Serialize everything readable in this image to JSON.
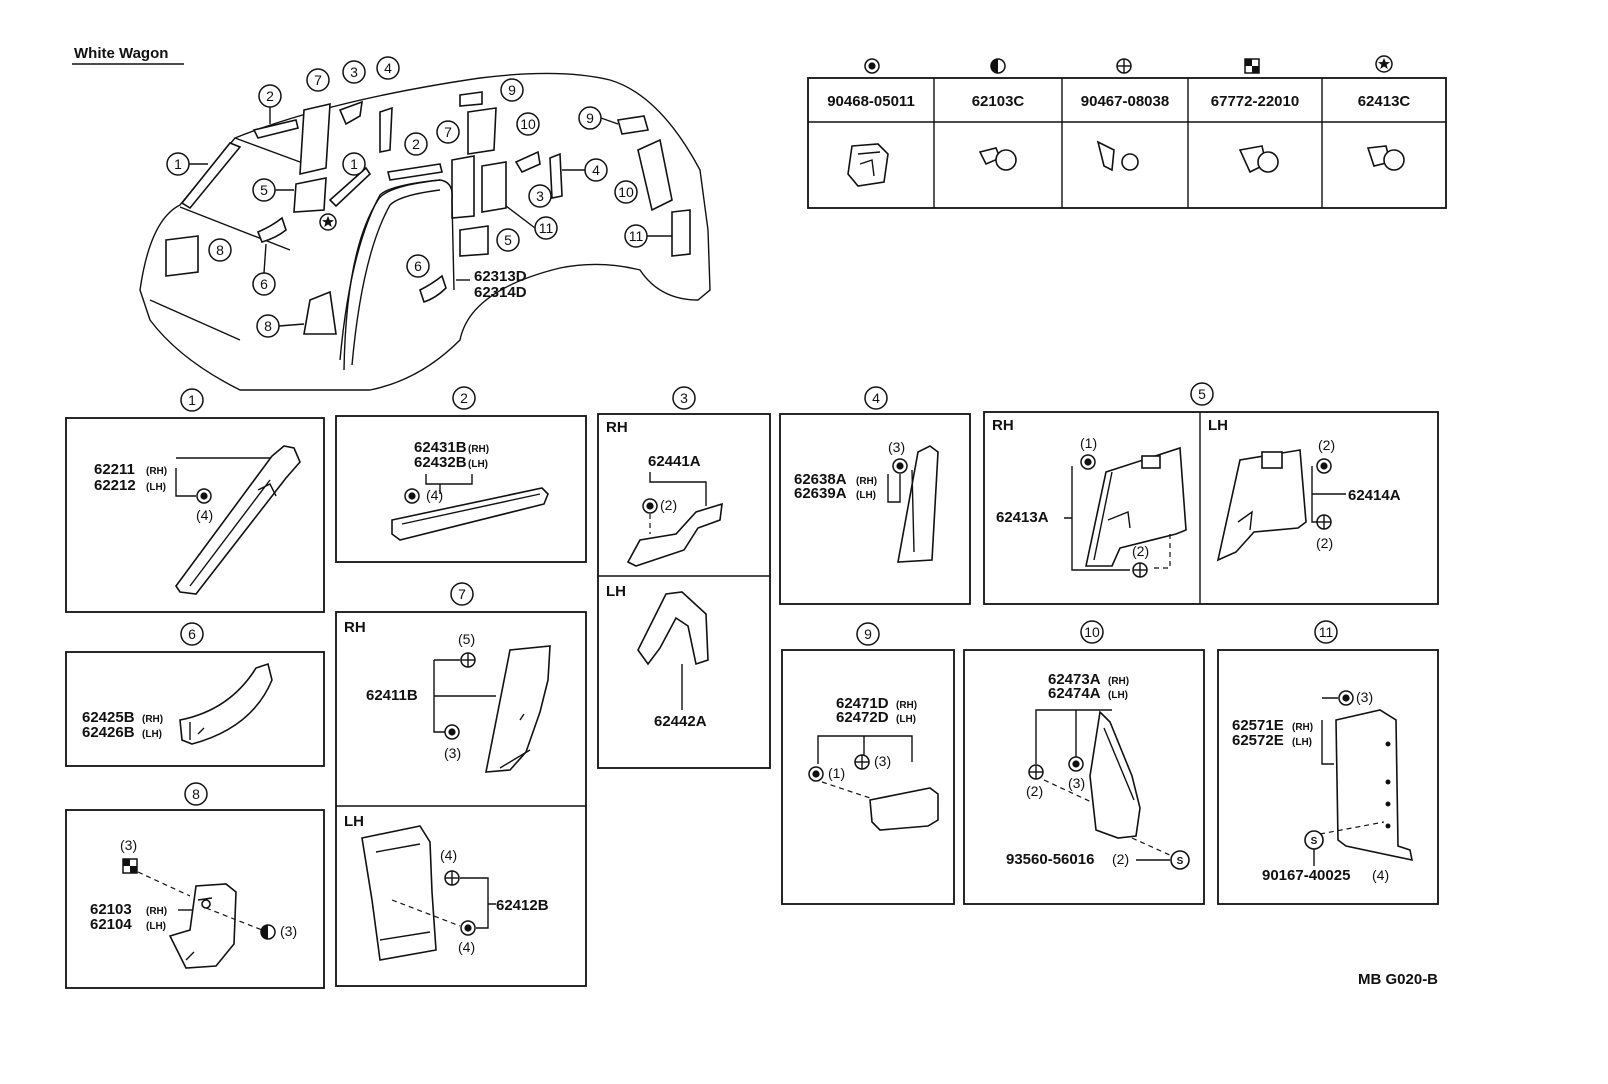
{
  "title": "White Wagon",
  "drawing_code": "MB G020-B",
  "fasteners": [
    {
      "symbol": "dot-circle-icon",
      "part_no": "90468-05011"
    },
    {
      "symbol": "half-circle-icon",
      "part_no": "62103C"
    },
    {
      "symbol": "cross-circle-icon",
      "part_no": "90467-08038"
    },
    {
      "symbol": "checker-square-icon",
      "part_no": "67772-22010"
    },
    {
      "symbol": "star-circle-icon",
      "part_no": "62413C"
    }
  ],
  "overview_labels": {
    "n1": "1",
    "n2": "2",
    "n3": "3",
    "n4": "4",
    "n5": "5",
    "n6": "6",
    "n7": "7",
    "n8": "8",
    "n9": "9",
    "n10": "10",
    "n11": "11",
    "weatherstrip_a": "62313D",
    "weatherstrip_b": "62314D"
  },
  "panels": {
    "p1": {
      "num": "1",
      "pn_rh": "62211",
      "pn_lh": "62212",
      "rh": "(RH)",
      "lh": "(LH)",
      "qty": "(4)"
    },
    "p2": {
      "num": "2",
      "pn_rh": "62431B",
      "pn_lh": "62432B",
      "rh": "(RH)",
      "lh": "(LH)",
      "qty": "(4)"
    },
    "p3": {
      "num": "3",
      "rh_tag": "RH",
      "lh_tag": "LH",
      "pn_rh": "62441A",
      "pn_lh": "62442A",
      "qty": "(2)"
    },
    "p4": {
      "num": "4",
      "pn_rh": "62638A",
      "pn_lh": "62639A",
      "rh": "(RH)",
      "lh": "(LH)",
      "qty": "(3)"
    },
    "p5": {
      "num": "5",
      "rh_tag": "RH",
      "lh_tag": "LH",
      "pn_rh": "62413A",
      "pn_lh": "62414A",
      "q_rh_top": "(1)",
      "q_rh_bot": "(2)",
      "q_lh_top": "(2)",
      "q_lh_bot": "(2)"
    },
    "p6": {
      "num": "6",
      "pn_rh": "62425B",
      "pn_lh": "62426B",
      "rh": "(RH)",
      "lh": "(LH)"
    },
    "p7": {
      "num": "7",
      "rh_tag": "RH",
      "lh_tag": "LH",
      "pn_rh": "62411B",
      "pn_lh": "62412B",
      "q_rh_top": "(5)",
      "q_rh_bot": "(3)",
      "q_lh_top": "(4)",
      "q_lh_bot": "(4)"
    },
    "p8": {
      "num": "8",
      "pn_rh": "62103",
      "pn_lh": "62104",
      "rh": "(RH)",
      "lh": "(LH)",
      "q_top": "(3)",
      "q_right": "(3)"
    },
    "p9": {
      "num": "9",
      "pn_rh": "62471D",
      "pn_lh": "62472D",
      "rh": "(RH)",
      "lh": "(LH)",
      "q1": "(1)",
      "q2": "(3)"
    },
    "p10": {
      "num": "10",
      "pn_rh": "62473A",
      "pn_lh": "62474A",
      "rh": "(RH)",
      "lh": "(LH)",
      "q1": "(2)",
      "q2": "(3)",
      "screw_pn": "93560-56016",
      "screw_qty": "(2)",
      "screw_sym": "S"
    },
    "p11": {
      "num": "11",
      "pn_rh": "62571E",
      "pn_lh": "62572E",
      "rh": "(RH)",
      "lh": "(LH)",
      "q1": "(3)",
      "screw_pn": "90167-40025",
      "screw_qty": "(4)",
      "screw_sym": "S"
    }
  }
}
